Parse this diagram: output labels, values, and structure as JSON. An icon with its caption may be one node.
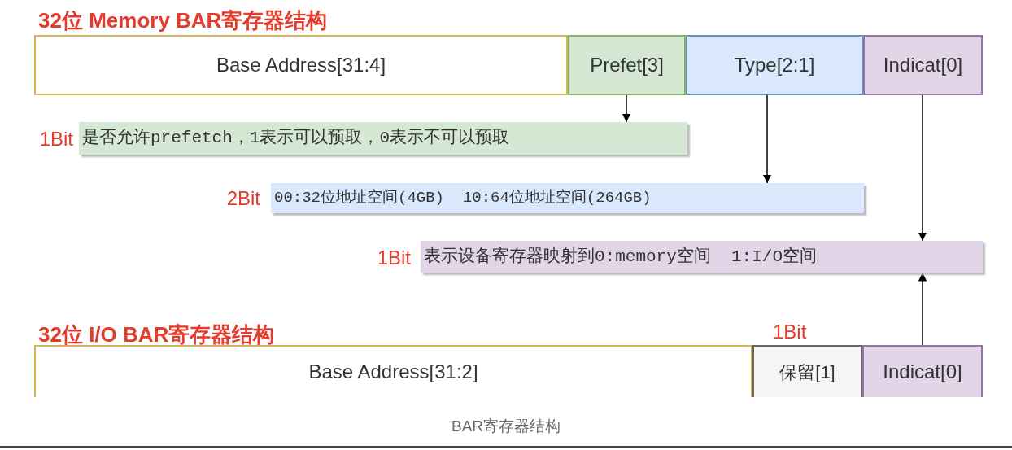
{
  "diagram": {
    "caption": "BAR寄存器结构",
    "nodes": [
      {
        "text": [
          "Base Address[31:4]"
        ]
      },
      {
        "text": [
          "Prefet[3]"
        ]
      },
      {
        "text": [
          "Type[2:1]"
        ]
      },
      {
        "text": [
          "Indicat[0]"
        ]
      },
      {
        "text": [
          "是否允许prefetch，1表示可以预取，0表示不可以预取"
        ],
        "beside": [
          "1Bit"
        ]
      },
      {
        "text": [
          "00:32位地址空间(4GB)  10:64位地址空间(264GB)"
        ],
        "beside": [
          "2Bit"
        ]
      },
      {
        "text": [
          "表示设备寄存器映射到0:memory空间  1:I/O空间"
        ],
        "beside": [
          "1Bit"
        ]
      },
      {
        "text": [
          "Base Address[31:2]"
        ]
      },
      {
        "text": [
          "保留[1]"
        ]
      },
      {
        "text": [
          "Indicat[0]"
        ]
      }
    ],
    "edges": [
      {
        "from": 1,
        "to": 4,
        "arrow": "to"
      },
      {
        "from": 2,
        "to": 5,
        "arrow": "to"
      },
      {
        "from": 3,
        "to": 6,
        "arrow": "to"
      },
      {
        "from": 9,
        "to": 6,
        "arrow": "to"
      }
    ],
    "labels": [
      "32位 Memory BAR寄存器结构",
      "32位 I/O BAR寄存器结构",
      "1Bit"
    ]
  }
}
